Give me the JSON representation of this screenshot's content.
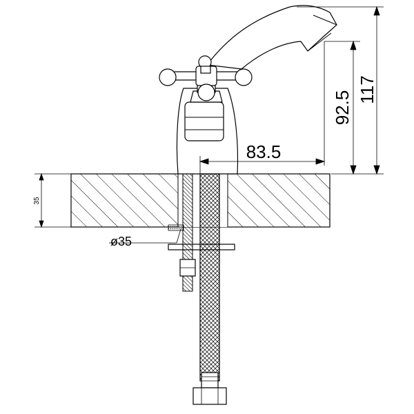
{
  "dimensions": {
    "total_height": "117",
    "spout_height": "92.5",
    "spout_reach": "83.5",
    "counter_thickness": "35",
    "hole_diameter": "ø35"
  },
  "colors": {
    "line": "#000000",
    "background": "#ffffff"
  }
}
